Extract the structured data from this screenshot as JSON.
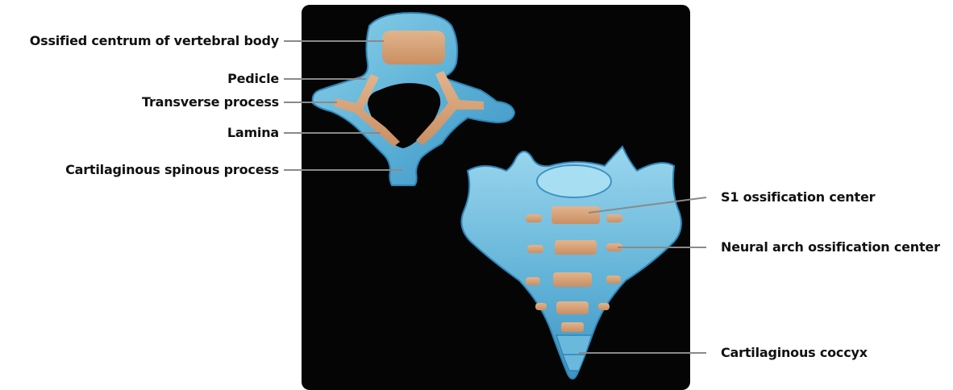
{
  "figure": {
    "left_labels": [
      "Ossified centrum of vertebral body",
      "Pedicle",
      "Transverse process",
      "Lamina",
      "Cartilaginous spinous process"
    ],
    "right_labels": [
      "S1 ossification center",
      "Neural arch ossification center",
      "Cartilaginous coccyx"
    ]
  },
  "colors": {
    "panel_bg": "#050505",
    "cartilage_blue": "#5eb3d8",
    "cartilage_edge": "#2f86b8",
    "ossification_tan": "#d9a57b",
    "leader_line": "#8a8a8a"
  }
}
